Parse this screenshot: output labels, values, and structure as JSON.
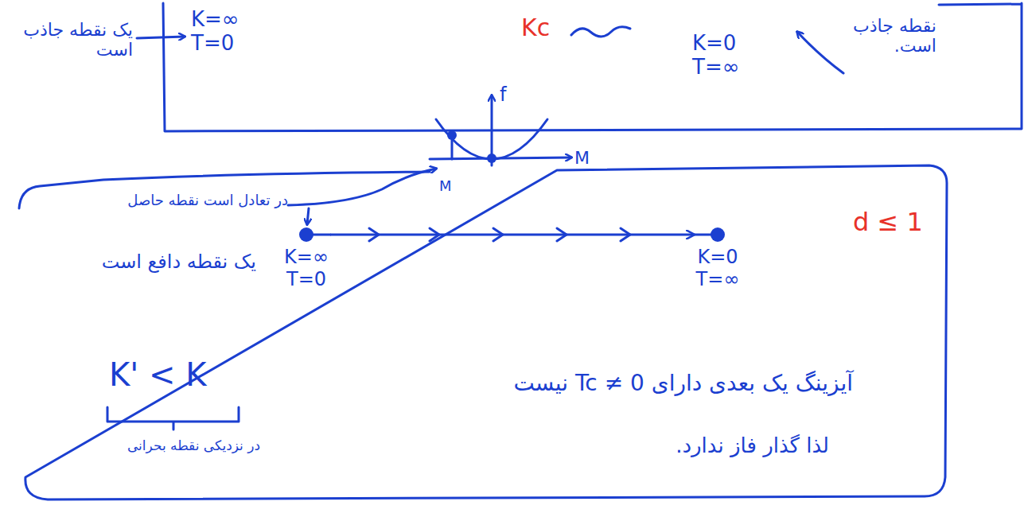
{
  "diagram": {
    "nodes": [
      {
        "text": [
          "K=∞ T=0",
          "Kc",
          "K=0 T=∞",
          "نقطه جاذب است."
        ]
      },
      {
        "text": [
          "d ≤ 1",
          "در تعادل است نقطه حاصل",
          "یک نقطه دافع است",
          "K' < K",
          "در نزدیکی نقطه بحرانی",
          "آیزینگ یک بعدی دارای Tc ≠ 0 نیست",
          "لذا گذار فاز ندارد."
        ]
      },
      {
        "text": [
          "K=∞ T=0"
        ],
        "in": 1
      },
      {
        "text": [
          "K=0 T=∞"
        ],
        "in": 1
      }
    ],
    "edges": [
      {
        "from": 2,
        "to": 3,
        "arrow": "to"
      }
    ],
    "labels": [
      "یک نقطه جاذب است",
      "f",
      "M",
      "M"
    ]
  }
}
